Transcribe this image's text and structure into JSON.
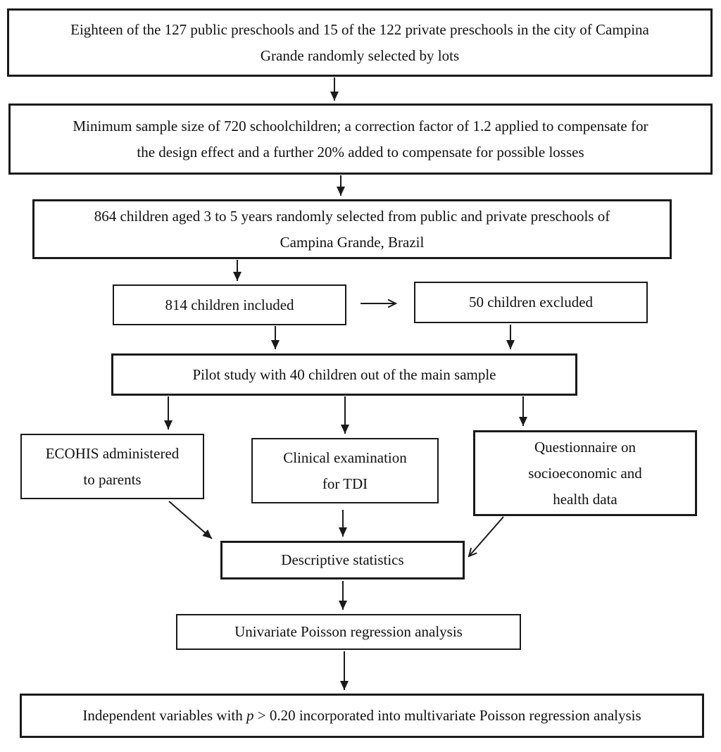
{
  "figure": {
    "background": "#ffffff",
    "line_color": "#1a1a1a",
    "text_color": "#111111"
  },
  "nodes": {
    "recruitment": {
      "lines": [
        "Eighteen of the 127 public preschools and 15 of the 122 private preschools in the city of Campina",
        "Grande randomly selected by lots"
      ]
    },
    "sample_size": {
      "lines": [
        "Minimum sample size of 720 schoolchildren; a correction factor of 1.2 applied to compensate for",
        "the design effect and a further 20% added to compensate for possible losses"
      ]
    },
    "selection": {
      "lines": [
        "864 children aged 3 to 5 years randomly selected from public and private preschools of",
        "Campina Grande, Brazil"
      ]
    },
    "included": {
      "text": "814 children included"
    },
    "excluded": {
      "text": "50 children excluded"
    },
    "pilot": {
      "text": "Pilot study with 40 children out of the main sample"
    },
    "ecohis": {
      "lines": [
        "ECOHIS administered",
        "to parents"
      ]
    },
    "clinical": {
      "lines": [
        "Clinical examination",
        "for TDI"
      ]
    },
    "questionnaire": {
      "lines": [
        "Questionnaire on",
        "socioeconomic and",
        "health data"
      ]
    },
    "descriptive": {
      "text": "Descriptive statistics"
    },
    "univariate": {
      "text": "Univariate Poisson regression analysis"
    },
    "multivariate": {
      "prefix": "Independent variables with ",
      "variable": "p",
      "suffix": " > 0.20 incorporated into multivariate Poisson regression analysis"
    }
  }
}
